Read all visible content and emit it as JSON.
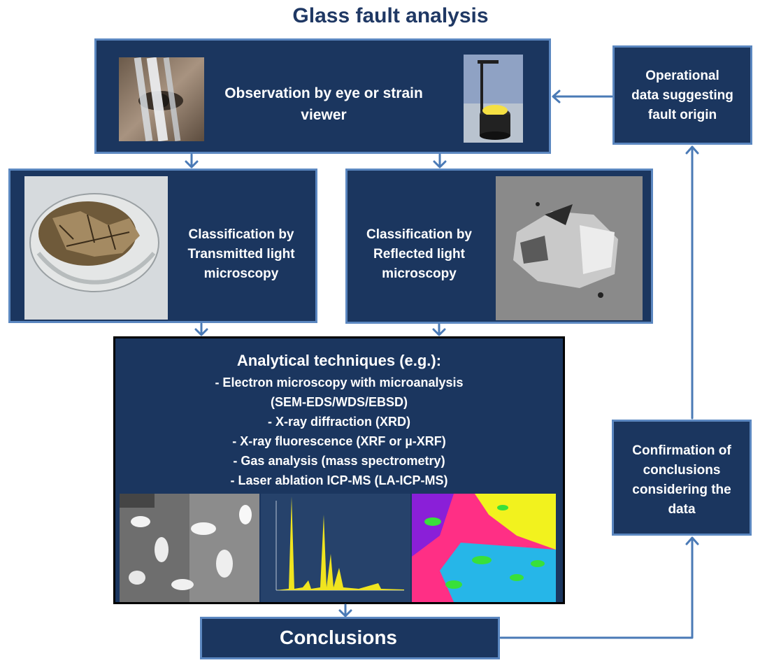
{
  "title": "Glass fault analysis",
  "observation": {
    "line1": "Observation by eye or strain",
    "line2": "viewer"
  },
  "operational": {
    "line1": "Operational",
    "line2": "data suggesting",
    "line3": "fault origin"
  },
  "transmitted": {
    "line1": "Classification by",
    "line2": "Transmitted light",
    "line3": "microscopy"
  },
  "reflected": {
    "line1": "Classification by",
    "line2": "Reflected light",
    "line3": "microscopy"
  },
  "analytical": {
    "heading": "Analytical techniques (e.g.):",
    "items": [
      "- Electron microscopy with microanalysis",
      "(SEM-EDS/WDS/EBSD)",
      "-   X-ray diffraction (XRD)",
      "-   X-ray fluorescence (XRF or µ-XRF)",
      "-   Gas analysis  (mass spectrometry)",
      "-   Laser ablation ICP-MS (LA-ICP-MS)"
    ]
  },
  "confirmation": {
    "line1": "Confirmation of",
    "line2": "conclusions",
    "line3": "considering the",
    "line4": "data"
  },
  "conclusions": {
    "label": "Conclusions"
  },
  "colors": {
    "box_fill": "#1b365f",
    "box_border": "#5b87c0",
    "arrow": "#4a7ab6",
    "title": "#1f3864"
  }
}
